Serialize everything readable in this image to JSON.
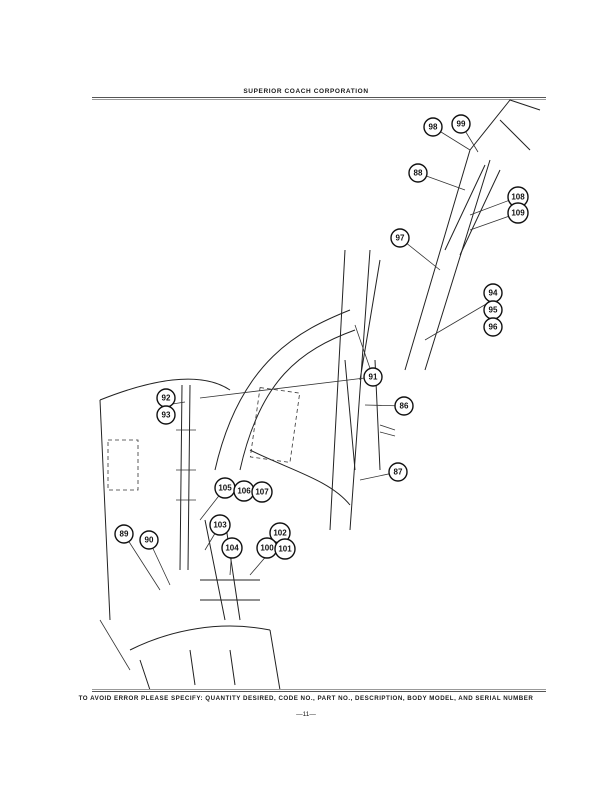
{
  "header": {
    "title": "SUPERIOR COACH CORPORATION"
  },
  "footer": {
    "notice": "TO AVOID ERROR PLEASE SPECIFY: QUANTITY DESIRED, CODE NO., PART NO., DESCRIPTION, BODY MODEL, AND SERIAL NUMBER",
    "page_number": "—11—"
  },
  "diagram": {
    "callouts": [
      "98",
      "99",
      "88",
      "108",
      "109",
      "97",
      "94",
      "95",
      "96",
      "91",
      "86",
      "87",
      "92",
      "93",
      "105",
      "106",
      "107",
      "103",
      "102",
      "100",
      "101",
      "104",
      "89",
      "90"
    ]
  }
}
